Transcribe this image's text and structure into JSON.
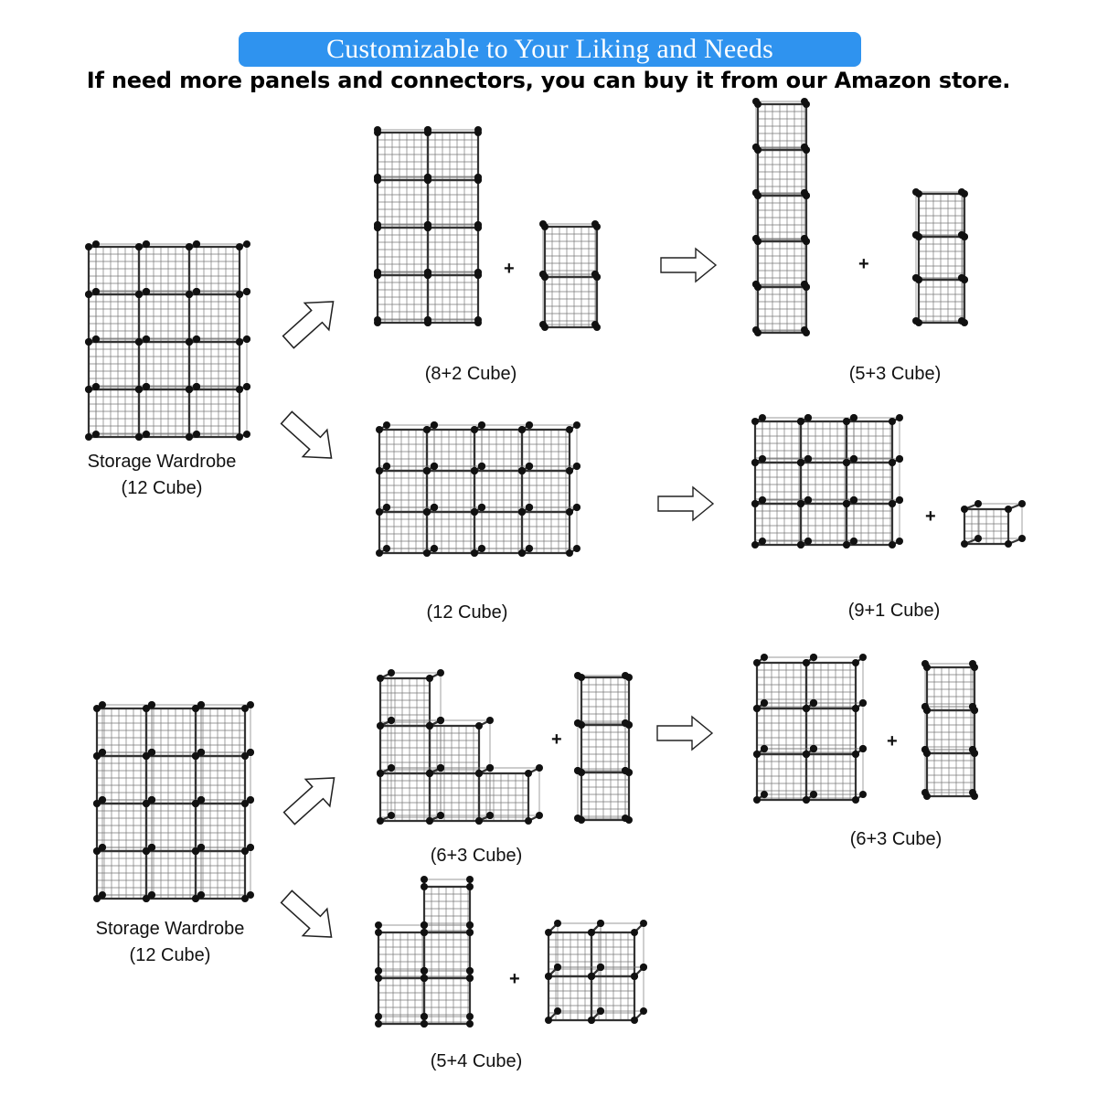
{
  "header": {
    "banner_title": "Customizable to Your Liking and Needs",
    "banner_color": "#2f93ef",
    "subtitle": "If need more panels and connectors, you can buy it from our Amazon store."
  },
  "sections": [
    {
      "source": {
        "title": "Storage Wardrobe",
        "count": "(12 Cube)",
        "grid": "3x4"
      },
      "configurations": [
        {
          "label": "(8+2 Cube)",
          "parts": [
            "2x4 tower",
            "1x2 stack"
          ],
          "plus": "+"
        },
        {
          "label": "(5+3 Cube)",
          "parts": [
            "1x5 tower",
            "1x3 stack"
          ],
          "plus": "+"
        },
        {
          "label": "(12 Cube)",
          "parts": [
            "4x3 cube"
          ]
        },
        {
          "label": "(9+1 Cube)",
          "parts": [
            "3x3 cube",
            "single cube"
          ],
          "plus": "+"
        }
      ]
    },
    {
      "source": {
        "title": "Storage Wardrobe",
        "count": "(12 Cube)",
        "grid": "3x4"
      },
      "configurations": [
        {
          "label": "(6+3 Cube)",
          "parts": [
            "staircase 6",
            "1x3 stack"
          ],
          "plus": "+"
        },
        {
          "label": "(6+3 Cube)",
          "parts": [
            "2x3 cube",
            "1x3 stack"
          ],
          "plus": "+"
        },
        {
          "label": "(5+4 Cube)",
          "parts": [
            "stepped 5",
            "2x2 cube"
          ],
          "plus": "+"
        }
      ]
    }
  ],
  "icons": {
    "arrow_up_right": "arrow-up-right-icon",
    "arrow_down_right": "arrow-down-right-icon",
    "arrow_right": "arrow-right-icon"
  }
}
